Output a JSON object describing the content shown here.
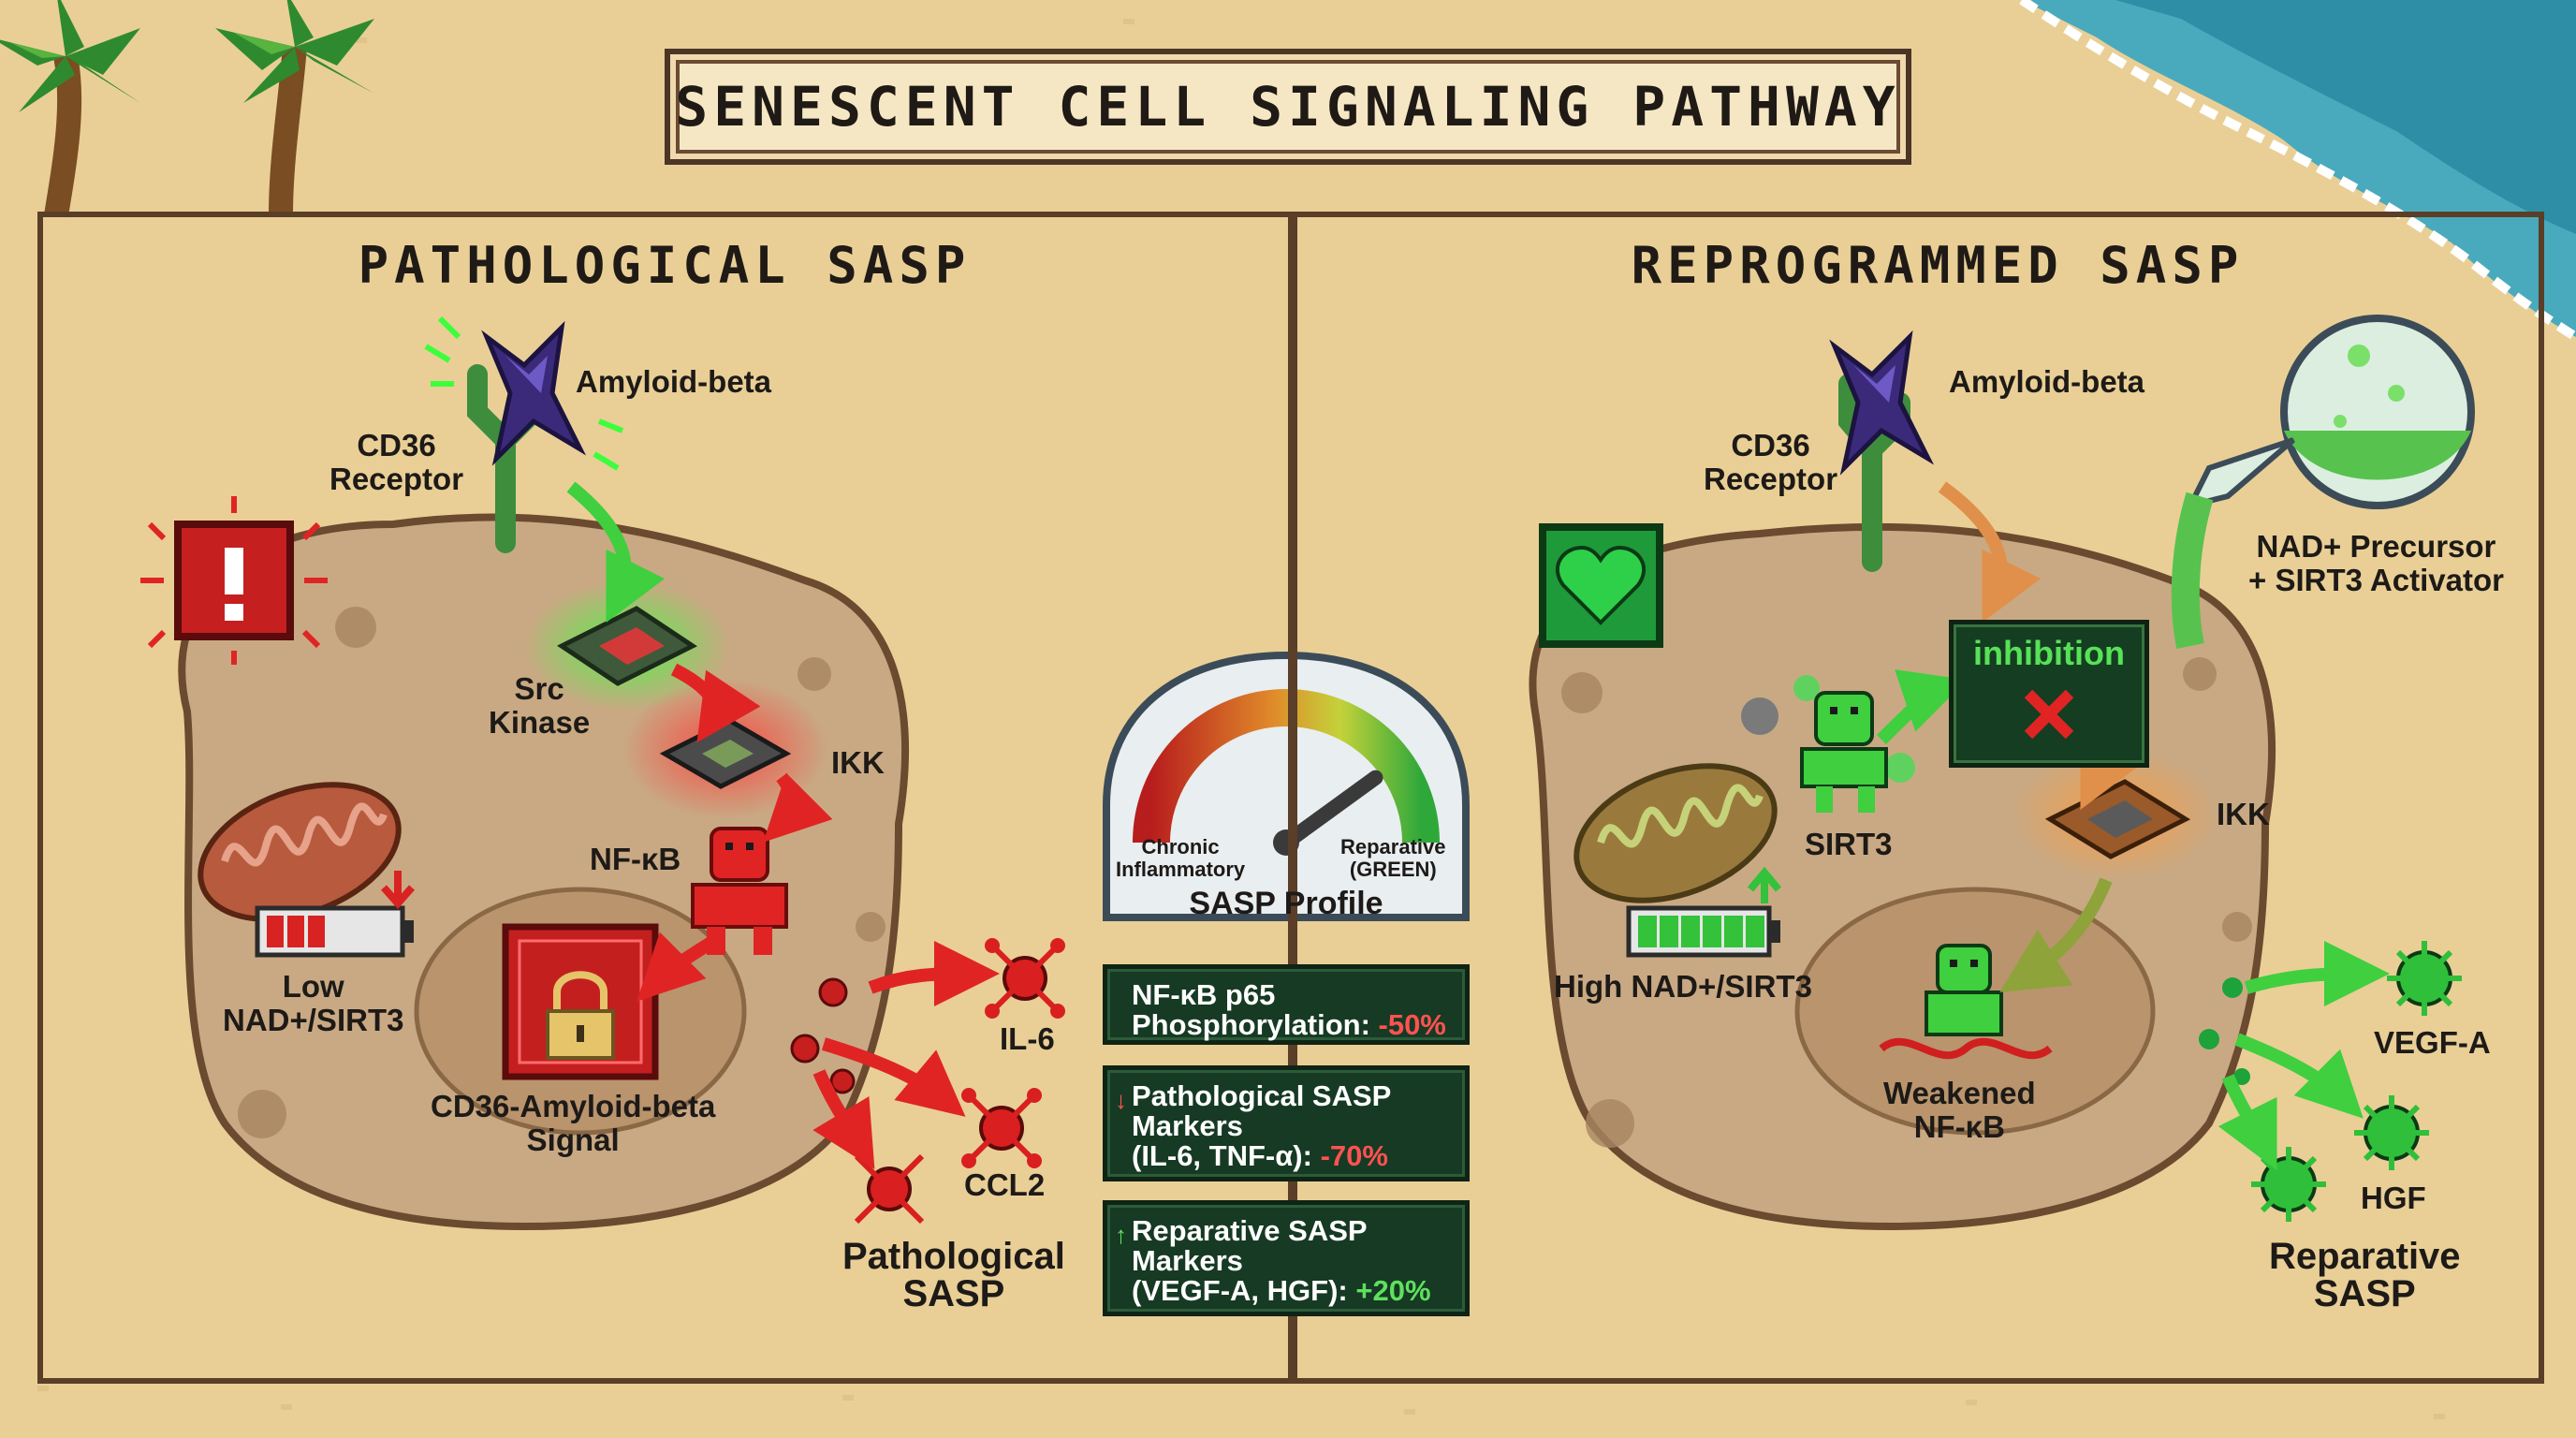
{
  "title": "SENESCENT CELL SIGNALING PATHWAY",
  "left_panel": {
    "heading": "PATHOLOGICAL SASP",
    "labels": {
      "amyloid": "Amyloid-beta",
      "cd36_receptor": "CD36\nReceptor",
      "src_kinase": "Src\nKinase",
      "ikk": "IKK",
      "nfkb": "NF-κB",
      "low_nad": "Low\nNAD+/SIRT3",
      "cd36_signal": "CD36-Amyloid-beta\nSignal",
      "il6": "IL-6",
      "ccl2": "CCL2",
      "sasp_output": "Pathological\nSASP"
    },
    "status_icon": "warning-exclamation-icon"
  },
  "right_panel": {
    "heading": "REPROGRAMMED SASP",
    "labels": {
      "amyloid": "Amyloid-beta",
      "cd36_receptor": "CD36\nReceptor",
      "nad_precursor": "NAD+ Precursor\n+ SIRT3 Activator",
      "inhibition": "inhibition",
      "sirt3": "SIRT3",
      "ikk": "IKK",
      "high_nad": "High NAD+/SIRT3",
      "weakened_nfkb": "Weakened\nNF-κB",
      "vegfa": "VEGF-A",
      "hgf": "HGF",
      "sasp_output": "Reparative\nSASP"
    },
    "status_icon": "heart-icon"
  },
  "gauge": {
    "left_label": "Chronic\nInflammatory",
    "right_label": "Reparative\n(GREEN)",
    "title": "SASP Profile",
    "level": 0.8
  },
  "metrics": [
    {
      "text": "NF-κB p65\nPhosphorylation: ",
      "value": "-50%",
      "trend": "",
      "value_tone": "neg"
    },
    {
      "text": "Pathological SASP\nMarkers\n(IL-6, TNF-α): ",
      "value": "-70%",
      "trend": "down",
      "value_tone": "neg"
    },
    {
      "text": "Reparative SASP\nMarkers\n(VEGF-A, HGF): ",
      "value": "+20%",
      "trend": "up",
      "value_tone": "pos"
    }
  ],
  "colors": {
    "sand": "#e9cf96",
    "panel": "#f6e6c0",
    "cell": "#c9a983",
    "nucleus": "#b9946d",
    "pathological_red": "#e02424",
    "reparative_green": "#3fcf3f",
    "inhibition_orange": "#e0904a",
    "sea": "#4bb3c4"
  }
}
